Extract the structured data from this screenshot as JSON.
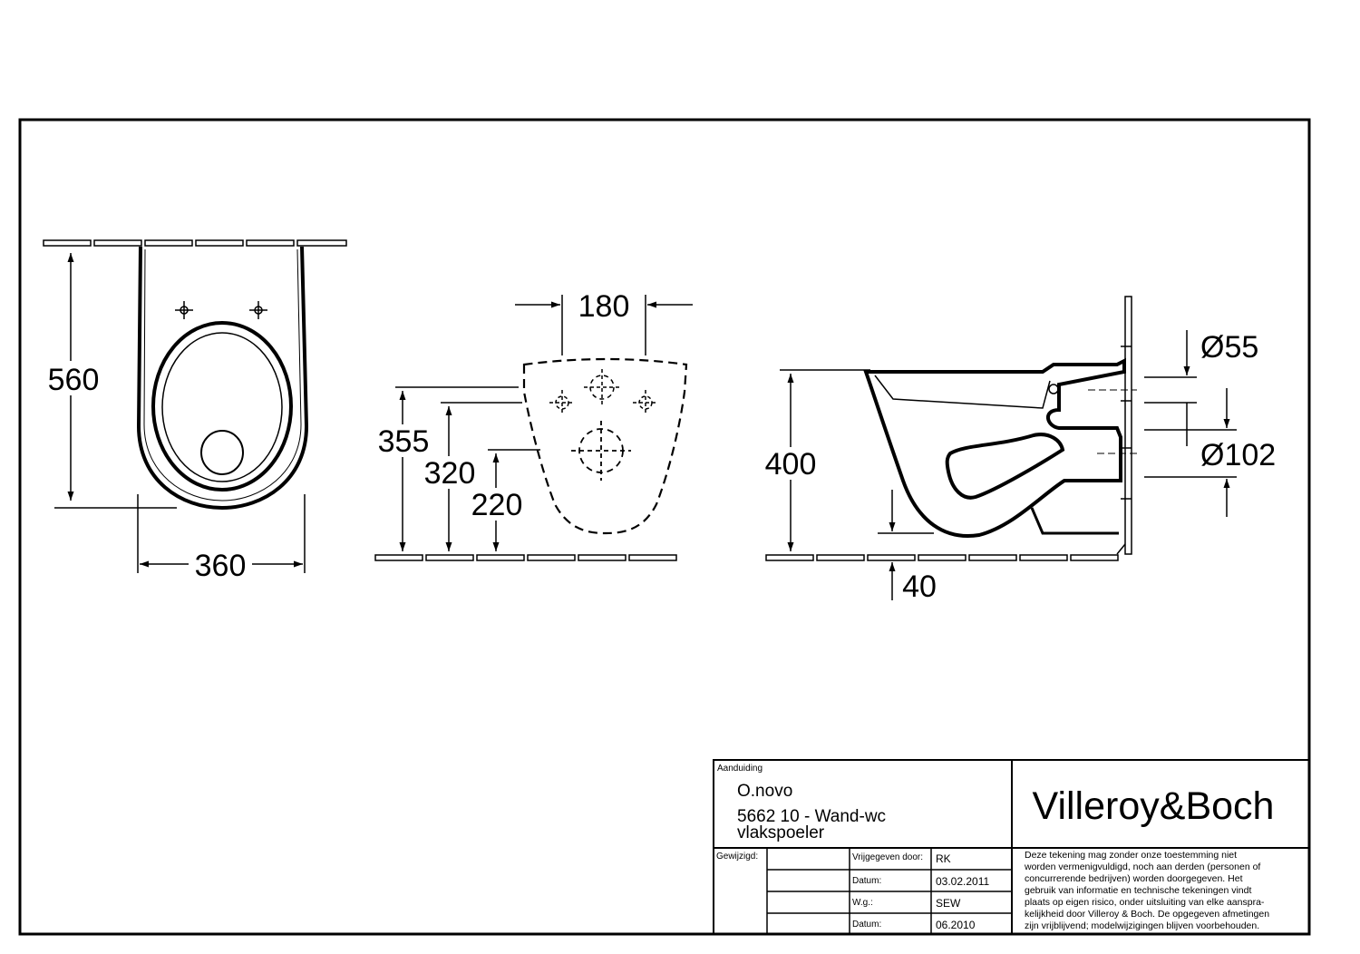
{
  "dimensions": {
    "front_height": "560",
    "front_width": "360",
    "rear_hole_spacing": "180",
    "rear_height_355": "355",
    "rear_height_320": "320",
    "rear_height_220": "220",
    "side_height": "400",
    "side_floor_gap": "40",
    "side_inlet_diameter": "Ø55",
    "side_outlet_diameter": "Ø102"
  },
  "title_block": {
    "designation_label": "Aanduiding",
    "product_name": "O.novo",
    "article_line1": "5662 10 - Wand-wc",
    "article_line2": "vlakspoeler",
    "brand": "Villeroy&Boch",
    "changed_label": "Gewijzigd:",
    "released_by_label": "Vrijgegeven door:",
    "released_by_value": "RK",
    "date_label_1": "Datum:",
    "date_value_1": "03.02.2011",
    "wg_label": "W.g.:",
    "wg_value": "SEW",
    "date_label_2": "Datum:",
    "date_value_2": "06.2010",
    "notice_lines": [
      "Deze tekening mag zonder onze toestemming niet",
      "worden vermenigvuldigd, noch aan derden  (personen of",
      "concurrerende bedrijven) worden doorgegeven. Het",
      "gebruik van informatie en technische tekeningen  vindt",
      "plaats op eigen risico, onder uitsluiting van elke aanspra-",
      "kelijkheid door Villeroy & Boch. De opgegeven afmetingen",
      "zijn vrijblijvend; modelwijzigingen blijven voorbehouden."
    ]
  }
}
